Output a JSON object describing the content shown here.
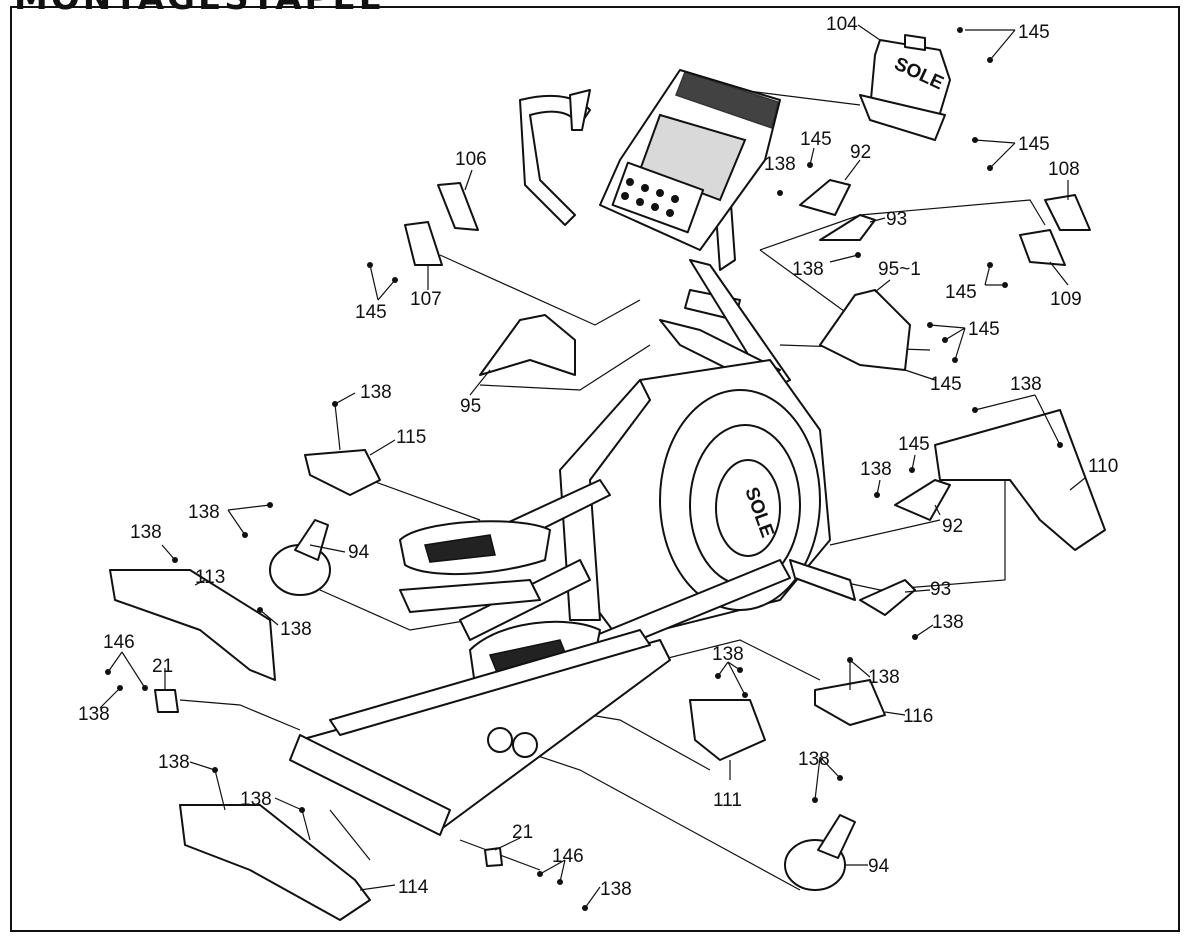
{
  "heading": "MONTAGESTAPEL",
  "callouts": [
    {
      "id": "c104a",
      "text": "104"
    },
    {
      "id": "c145a",
      "text": "145"
    },
    {
      "id": "c145b",
      "text": "145"
    },
    {
      "id": "c145c",
      "text": "145"
    },
    {
      "id": "c138a",
      "text": "138"
    },
    {
      "id": "c92a",
      "text": "92"
    },
    {
      "id": "c93a",
      "text": "93"
    },
    {
      "id": "c138b",
      "text": "138"
    },
    {
      "id": "c108",
      "text": "108"
    },
    {
      "id": "c109",
      "text": "109"
    },
    {
      "id": "c145d",
      "text": "145"
    },
    {
      "id": "c106",
      "text": "106"
    },
    {
      "id": "c107",
      "text": "107"
    },
    {
      "id": "c145e",
      "text": "145"
    },
    {
      "id": "c95-1",
      "text": "95~1"
    },
    {
      "id": "c145f",
      "text": "145"
    },
    {
      "id": "c145g",
      "text": "145"
    },
    {
      "id": "c95",
      "text": "95"
    },
    {
      "id": "c138c",
      "text": "138"
    },
    {
      "id": "c115",
      "text": "115"
    },
    {
      "id": "c138d",
      "text": "138"
    },
    {
      "id": "c145h",
      "text": "145"
    },
    {
      "id": "c138e",
      "text": "138"
    },
    {
      "id": "c110",
      "text": "110"
    },
    {
      "id": "c92b",
      "text": "92"
    },
    {
      "id": "c138f",
      "text": "138"
    },
    {
      "id": "c94a",
      "text": "94"
    },
    {
      "id": "c138g",
      "text": "138"
    },
    {
      "id": "c113",
      "text": "113"
    },
    {
      "id": "c138h",
      "text": "138"
    },
    {
      "id": "c93b",
      "text": "93"
    },
    {
      "id": "c138i",
      "text": "138"
    },
    {
      "id": "c146a",
      "text": "146"
    },
    {
      "id": "c21a",
      "text": "21"
    },
    {
      "id": "c138j",
      "text": "138"
    },
    {
      "id": "c138k",
      "text": "138"
    },
    {
      "id": "c138l",
      "text": "138"
    },
    {
      "id": "c116",
      "text": "116"
    },
    {
      "id": "c111",
      "text": "111"
    },
    {
      "id": "c138m",
      "text": "138"
    },
    {
      "id": "c138n",
      "text": "138"
    },
    {
      "id": "c138o",
      "text": "138"
    },
    {
      "id": "c21b",
      "text": "21"
    },
    {
      "id": "c146b",
      "text": "146"
    },
    {
      "id": "c138p",
      "text": "138"
    },
    {
      "id": "c94b",
      "text": "94"
    },
    {
      "id": "c114",
      "text": "114"
    }
  ],
  "console_logo": "SOLE",
  "flywheel_logo": "SOLE"
}
